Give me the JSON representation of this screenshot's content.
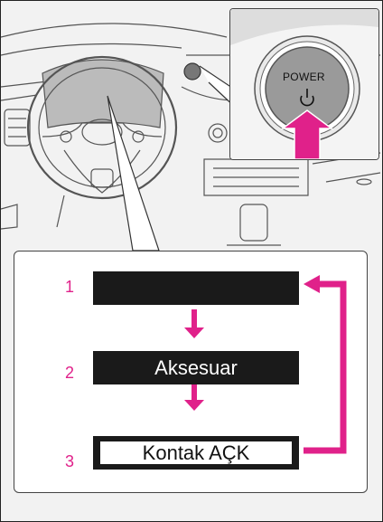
{
  "inset": {
    "button_label": "POWER",
    "power_icon": "power-symbol-icon"
  },
  "steps": [
    {
      "number": "1",
      "label": ""
    },
    {
      "number": "2",
      "label": "Aksesuar"
    },
    {
      "number": "3",
      "label": "Kontak AÇK"
    }
  ],
  "colors": {
    "accent": "#e0218a",
    "step_bg": "#1a1a1a"
  }
}
